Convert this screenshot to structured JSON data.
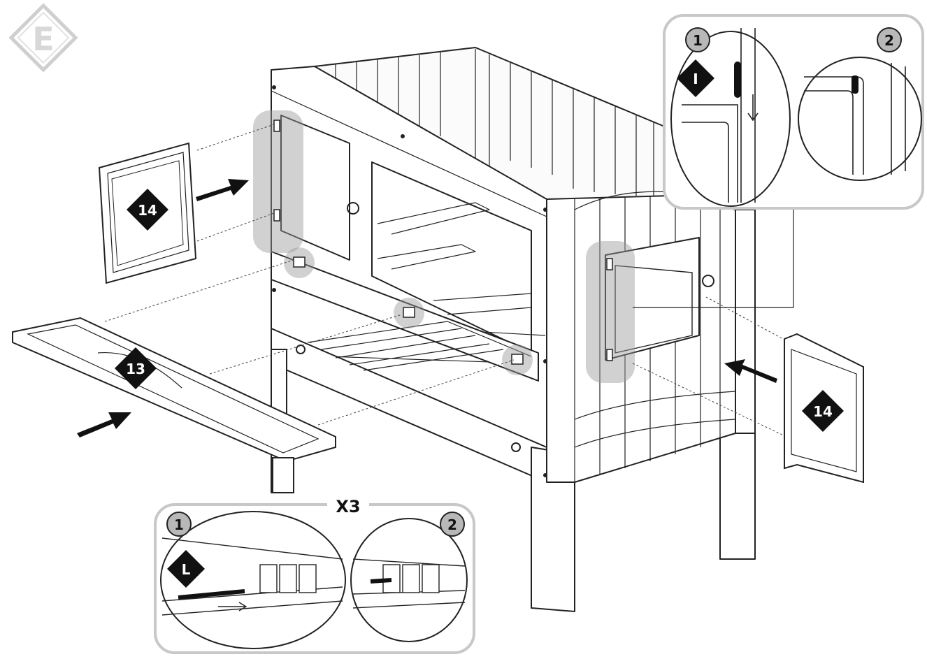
{
  "step_badge": "E",
  "parts": {
    "door_left": "14",
    "door_right": "14",
    "tray": "13",
    "pin_i": "I",
    "pin_l": "L"
  },
  "detail_top": {
    "step1": "1",
    "step2": "2"
  },
  "detail_bottom": {
    "multiplier": "X3",
    "step1": "1",
    "step2": "2"
  },
  "colors": {
    "line": "#222222",
    "highlight": "#9a9a9a",
    "callout_frame": "#c8c8c8",
    "badge": "#111111"
  }
}
